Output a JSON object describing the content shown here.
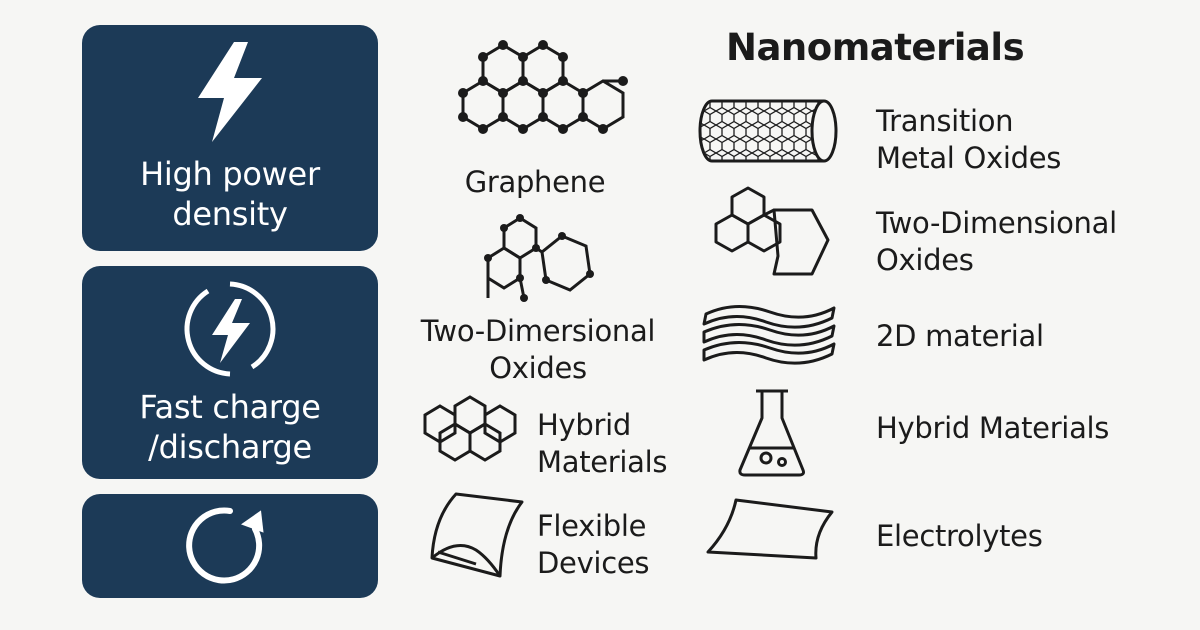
{
  "title": "Nanomaterials",
  "colors": {
    "card_bg": "#1c3a57",
    "card_text": "#ffffff",
    "ink": "#1b1b1b",
    "background": "#f6f6f4"
  },
  "cards": [
    {
      "label": "High power\ndensity",
      "icon": "lightning-bolt-icon"
    },
    {
      "label": "Fast charge\n/discharge",
      "icon": "circular-lightning-icon"
    },
    {
      "label": "",
      "icon": "refresh-cycle-icon"
    }
  ],
  "middle_items": [
    {
      "label": "Graphene",
      "icon": "graphene-lattice-icon"
    },
    {
      "label": "Two-Dimersional\nOxides",
      "icon": "hexagon-network-icon"
    },
    {
      "label": "Hybrid\nMaterials",
      "icon": "hexagon-cluster-icon"
    },
    {
      "label": "Flexible\nDevices",
      "icon": "flexible-sheet-icon"
    }
  ],
  "right_items": [
    {
      "label": "Transition\nMetal Oxides",
      "icon": "nanotube-icon"
    },
    {
      "label": "Two-Dimensional\nOxides",
      "icon": "overlapping-hexagons-icon"
    },
    {
      "label": "2D material",
      "icon": "stacked-layers-icon"
    },
    {
      "label": "Hybrid Materials",
      "icon": "flask-icon"
    },
    {
      "label": "Electrolytes",
      "icon": "film-sheet-icon"
    }
  ]
}
